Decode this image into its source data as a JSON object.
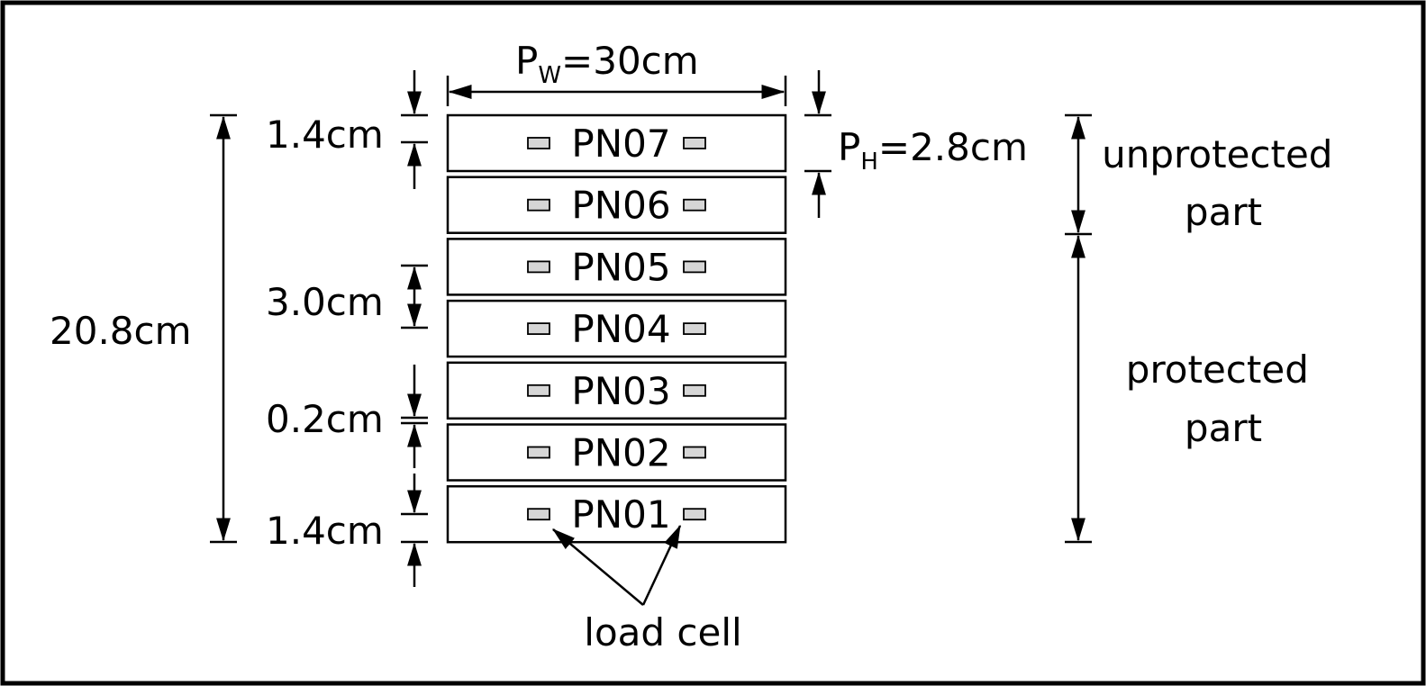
{
  "diagram": {
    "panels": [
      {
        "label": "PN07"
      },
      {
        "label": "PN06"
      },
      {
        "label": "PN05"
      },
      {
        "label": "PN04"
      },
      {
        "label": "PN03"
      },
      {
        "label": "PN02"
      },
      {
        "label": "PN01"
      }
    ],
    "width_label": {
      "main": "P",
      "sub": "W",
      "value": "=30cm"
    },
    "height_label": {
      "main": "P",
      "sub": "H",
      "value": "=2.8cm"
    },
    "dimensions": {
      "top_gap": "1.4cm",
      "panel_height": "3.0cm",
      "gap": "0.2cm",
      "bottom_gap": "1.4cm",
      "total_height": "20.8cm"
    },
    "regions": {
      "unprotected": [
        "unprotected",
        "part"
      ],
      "protected": [
        "protected",
        "part"
      ]
    },
    "load_cell_label": "load cell"
  }
}
